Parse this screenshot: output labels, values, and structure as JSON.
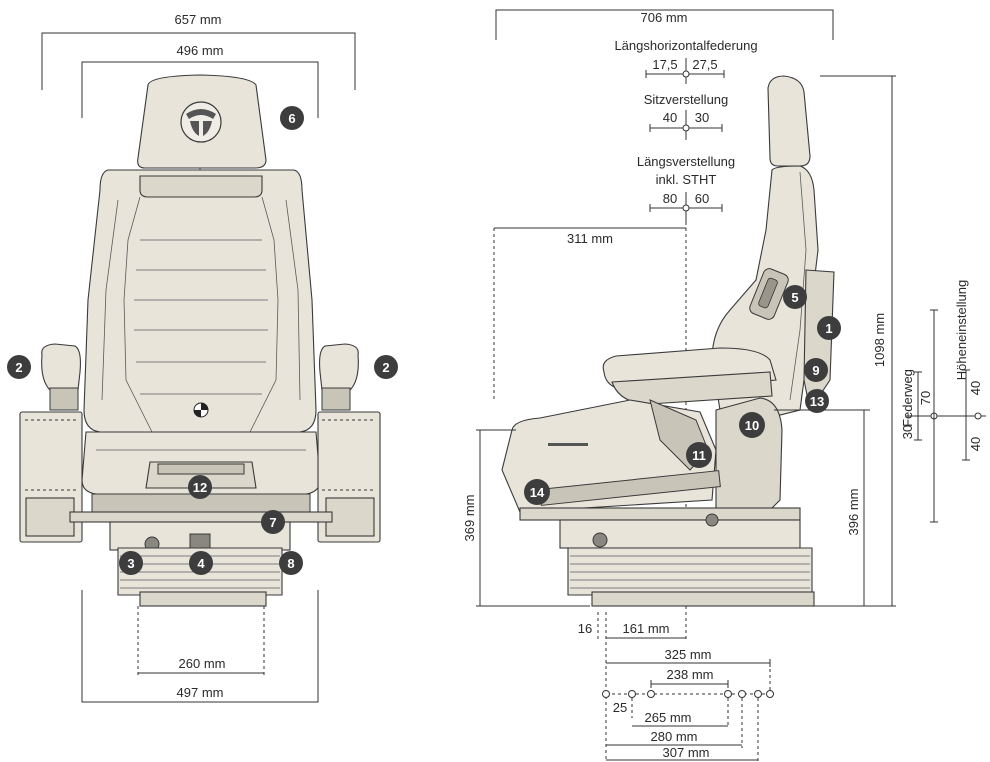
{
  "front_view": {
    "dims": {
      "total_width": "657 mm",
      "backrest_width": "496 mm",
      "rail_width": "260 mm",
      "base_width": "497 mm"
    },
    "callouts": {
      "c2_left": "2",
      "c2_right": "2",
      "c3": "3",
      "c4": "4",
      "c6": "6",
      "c7": "7",
      "c8": "8",
      "c12": "12"
    }
  },
  "side_view": {
    "dims": {
      "total_depth": "706 mm",
      "horizontal_suspension_label": "Längshorizontalfederung",
      "horizontal_suspension_left": "17,5",
      "horizontal_suspension_right": "27,5",
      "seat_adjustment_label": "Sitzverstellung",
      "seat_adjustment_left": "40",
      "seat_adjustment_right": "30",
      "fore_aft_label": "Längsverstellung",
      "fore_aft_sublabel": "inkl. STHT",
      "fore_aft_left": "80",
      "fore_aft_right": "60",
      "sip_offset": "311 mm",
      "total_height": "1098 mm",
      "seat_height": "396 mm",
      "base_height": "369 mm",
      "suspension_label": "Federweg",
      "suspension_up": "70",
      "suspension_down": "30",
      "height_adjust_label": "Höheneinstellung",
      "height_adjust_up": "40",
      "height_adjust_down": "40",
      "offset_16": "16",
      "dim_161": "161 mm",
      "dim_325": "325 mm",
      "dim_238": "238 mm",
      "dim_25": "25",
      "dim_265": "265 mm",
      "dim_280": "280 mm",
      "dim_307": "307 mm"
    },
    "callouts": {
      "c1": "1",
      "c5": "5",
      "c9": "9",
      "c10": "10",
      "c11": "11",
      "c13": "13",
      "c14": "14"
    }
  }
}
